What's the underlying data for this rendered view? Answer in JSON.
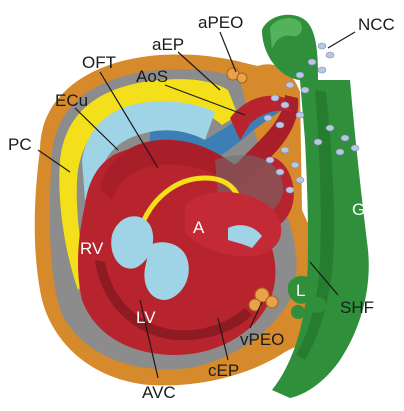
{
  "labels": {
    "pc": "PC",
    "ecu": "ECu",
    "oft": "OFT",
    "aep": "aEP",
    "apeo": "aPEO",
    "aos": "AoS",
    "ncc": "NCC",
    "g": "G",
    "rv": "RV",
    "a": "A",
    "lv": "LV",
    "l": "L",
    "shf": "SHF",
    "vpeo": "vPEO",
    "cep": "cEP",
    "avc": "AVC"
  },
  "colors": {
    "myocardium": "#b8242e",
    "myocardium_dark": "#8e1a22",
    "endocardial_cushion": "#9fd4e6",
    "blue_layer": "#3b7fb5",
    "epicardium_yellow": "#f3e01a",
    "pericardial_gray": "#8c8c8c",
    "outer_orange": "#d68a2c",
    "pharyngeal_green": "#2f8f3a",
    "green_highlight": "#52b35a",
    "ncc_dots": "#b9c6e6"
  }
}
